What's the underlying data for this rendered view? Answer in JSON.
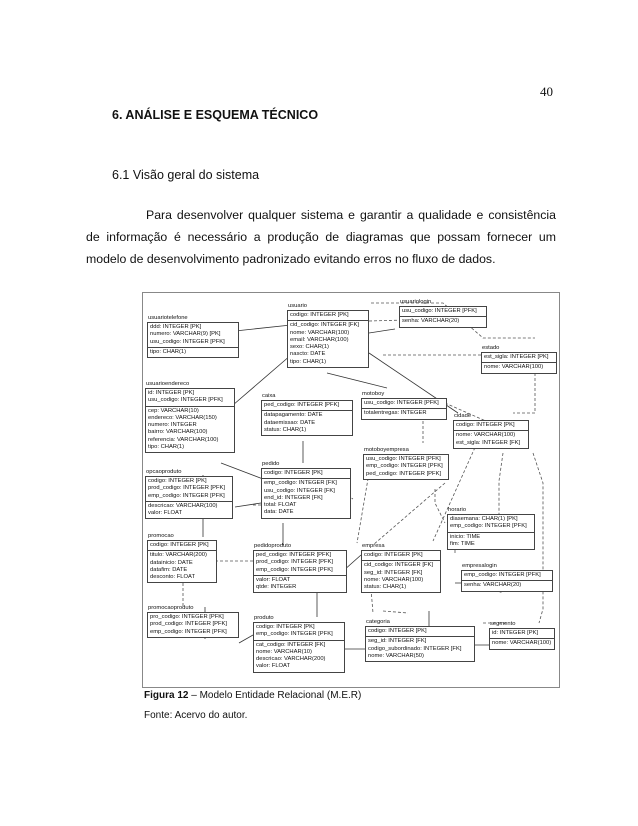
{
  "page_number": "40",
  "section_title": "6. ANÁLISE E ESQUEMA TÉCNICO",
  "subsection_title": "6.1 Visão geral do sistema",
  "paragraph": "Para desenvolver qualquer sistema e garantir a qualidade e consistência de informação é necessário a produção de diagramas que possam fornecer um modelo de desenvolvimento padronizado evitando erros no fluxo de dados.",
  "figure": {
    "caption_label": "Figura 12",
    "caption_text": " – Modelo Entidade Relacional (M.E.R)",
    "source": "Fonte: Acervo do autor.",
    "entities": {
      "usuario": {
        "name": "usuario",
        "pk": [
          "codigo: INTEGER [PK]"
        ],
        "cols": [
          "cid_codigo: INTEGER [FK]",
          "nome: VARCHAR(100)",
          "email: VARCHAR(100)",
          "sexo: CHAR(1)",
          "nascto: DATE",
          "tipo: CHAR(1)"
        ]
      },
      "usuariologin": {
        "name": "usuariologin",
        "pk": [
          "usu_codigo: INTEGER [PFK]"
        ],
        "cols": [
          "senha: VARCHAR(20)"
        ]
      },
      "usuariotelefone": {
        "name": "usuariotelefone",
        "pk": [
          "ddd: INTEGER [PK]",
          "numero: VARCHAR(9) [PK]",
          "usu_codigo: INTEGER [PFK]"
        ],
        "cols": [
          "tipo: CHAR(1)"
        ]
      },
      "estado": {
        "name": "estado",
        "pk": [
          "est_sigla: INTEGER [PK]"
        ],
        "cols": [
          "nome: VARCHAR(100)"
        ]
      },
      "usuarioendereco": {
        "name": "usuarioendereco",
        "pk": [
          "id: INTEGER [PK]",
          "usu_codigo: INTEGER [PFK]"
        ],
        "cols": [
          "cep: VARCHAR(10)",
          "endereco: VARCHAR(150)",
          "numero: INTEGER",
          "bairro: VARCHAR(100)",
          "referencia: VARCHAR(100)",
          "tipo: CHAR(1)"
        ]
      },
      "caixa": {
        "name": "caixa",
        "pk": [
          "ped_codigo: INTEGER [PFK]"
        ],
        "cols": [
          "datapagamento: DATE",
          "dataemissao: DATE",
          "status: CHAR(1)"
        ]
      },
      "motoboy": {
        "name": "motoboy",
        "pk": [
          "usu_codigo: INTEGER [PFK]"
        ],
        "cols": [
          "totalentregas: INTEGER"
        ]
      },
      "cidade": {
        "name": "cidade",
        "pk": [
          "codigo: INTEGER [PK]"
        ],
        "cols": [
          "nome: VARCHAR(100)",
          "est_sigla: INTEGER [FK]"
        ]
      },
      "motoboyempresa": {
        "name": "motoboyempresa",
        "pk": [
          "usu_codigo: INTEGER [PFK]",
          "emp_codigo: INTEGER [PFK]",
          "ped_codigo: INTEGER [PFK]"
        ],
        "cols": []
      },
      "opcaoproduto": {
        "name": "opcaoproduto",
        "pk": [
          "codigo: INTEGER [PK]",
          "prod_codigo: INTEGER [PFK]",
          "emp_codigo: INTEGER [PFK]"
        ],
        "cols": [
          "descricao: VARCHAR(100)",
          "valor: FLOAT"
        ]
      },
      "pedido": {
        "name": "pedido",
        "pk": [
          "codigo: INTEGER [PK]"
        ],
        "cols": [
          "emp_codigo: INTEGER [FK]",
          "usu_codigo: INTEGER [FK]",
          "end_id: INTEGER [FK]",
          "total: FLOAT",
          "data: DATE"
        ]
      },
      "horario": {
        "name": "horario",
        "pk": [
          "diasemana: CHAR(1) [PK]",
          "emp_codigo: INTEGER [PFK]"
        ],
        "cols": [
          "inicio: TIME",
          "fim: TIME"
        ]
      },
      "promocao": {
        "name": "promocao",
        "pk": [
          "codigo: INTEGER [PK]"
        ],
        "cols": [
          "titulo: VARCHAR(200)",
          "datainicio: DATE",
          "datafim: DATE",
          "desconto: FLOAT"
        ]
      },
      "pedidoproduto": {
        "name": "pedidoproduto",
        "pk": [
          "ped_codigo: INTEGER [PFK]",
          "prod_codigo: INTEGER [PFK]",
          "emp_codigo: INTEGER [PFK]"
        ],
        "cols": [
          "valor: FLOAT",
          "qtde: INTEGER"
        ]
      },
      "empresa": {
        "name": "empresa",
        "pk": [
          "codigo: INTEGER [PK]"
        ],
        "cols": [
          "cid_codigo: INTEGER [FK]",
          "seg_id: INTEGER [FK]",
          "nome: VARCHAR(100)",
          "status: CHAR(1)"
        ]
      },
      "empresalogin": {
        "name": "empresalogin",
        "pk": [
          "emp_codigo: INTEGER [PFK]"
        ],
        "cols": [
          "senha: VARCHAR(20)"
        ]
      },
      "promocaoproduto": {
        "name": "promocaoproduto",
        "pk": [
          "pro_codigo: INTEGER [PFK]",
          "prod_codigo: INTEGER [PFK]",
          "emp_codigo: INTEGER [PFK]"
        ],
        "cols": []
      },
      "produto": {
        "name": "produto",
        "pk": [
          "codigo: INTEGER [PK]",
          "emp_codigo: INTEGER [PFK]"
        ],
        "cols": [
          "cat_codigo: INTEGER [FK]",
          "nome: VARCHAR(10)",
          "descricao: VARCHAR(200)",
          "valor: FLOAT"
        ]
      },
      "categoria": {
        "name": "categoria",
        "pk": [
          "codigo: INTEGER [PK]"
        ],
        "cols": [
          "seg_id: INTEGER [FK]",
          "codigo_subordinado: INTEGER [FK]",
          "nome: VARCHAR(50)"
        ]
      },
      "segmento": {
        "name": "segmento",
        "pk": [
          "id: INTEGER [PK]"
        ],
        "cols": [
          "nome: VARCHAR(100)"
        ]
      }
    }
  }
}
